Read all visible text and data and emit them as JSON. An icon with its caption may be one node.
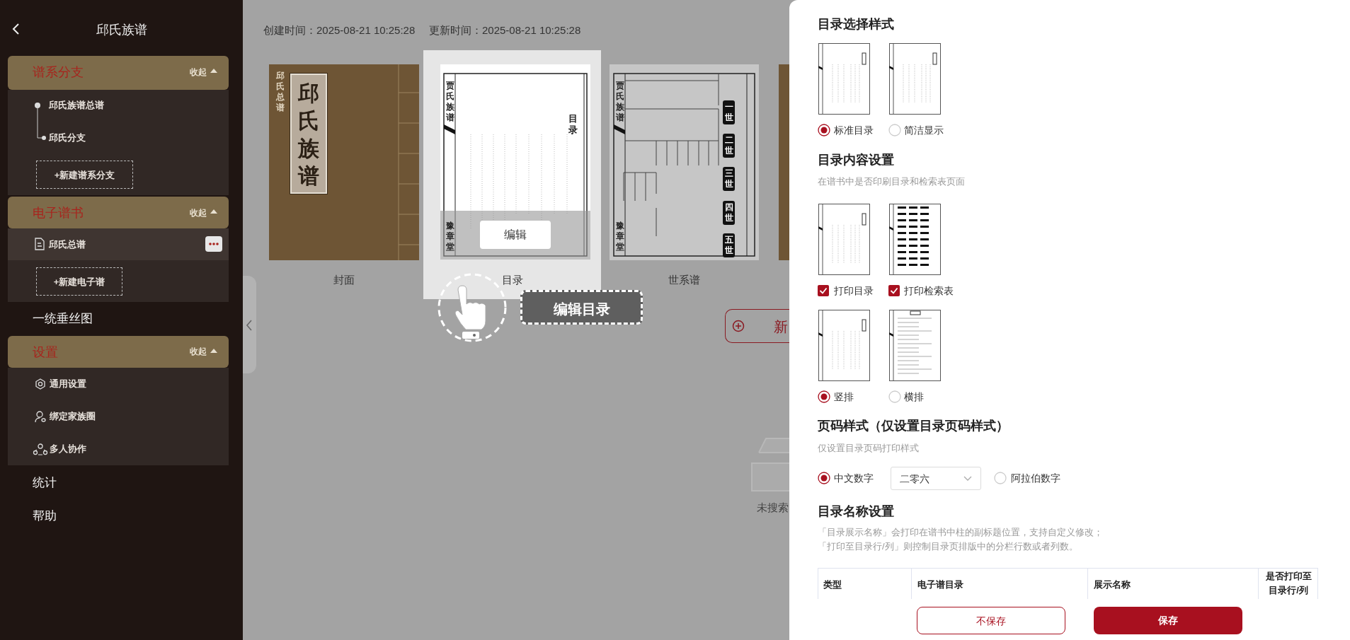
{
  "diagram": {
    "labels": [
      "邱氏族谱",
      "谱系分支",
      "收起",
      "邱氏族谱总谱",
      "邱氏分支",
      "+新建谱系分支",
      "电子谱书",
      "收起",
      "邱氏总谱",
      "+新建电子谱",
      "一统垂丝图",
      "设置",
      "收起",
      "通用设置",
      "绑定家族圈",
      "多人协作",
      "统计",
      "帮助",
      "创建时间：2025-08-21 10:25:28",
      "更新时间：2025-08-21 10:25:28",
      "邱氏族谱",
      "邱氏总谱",
      "贾氏族谱",
      "目录",
      "豫章堂",
      "编辑",
      "封面",
      "目录",
      "贾氏族谱",
      "一世",
      "二世",
      "三世",
      "四世",
      "五世",
      "豫章堂",
      "世系谱",
      "编辑目录",
      "新",
      "未搜索",
      "目录选择样式",
      "标准目录",
      "简洁显示",
      "目录内容设置",
      "在谱书中是否印刷目录和检索表页面",
      "打印目录",
      "打印检索表",
      "竖排",
      "横排",
      "页码样式（仅设置目录页码样式）",
      "仅设置目录页码打印样式",
      "中文数字",
      "二零六",
      "阿拉伯数字",
      "目录名称设置",
      "「目录展示名称」会打印在谱书中柱的副标题位置，支持自定义修改；",
      "「打印至目录行/列」则控制目录页排版中的分栏行数或者列数。",
      "类型",
      "电子谱目录",
      "展示名称",
      "是否打印至目录行/列",
      "不保存",
      "保存"
    ]
  }
}
